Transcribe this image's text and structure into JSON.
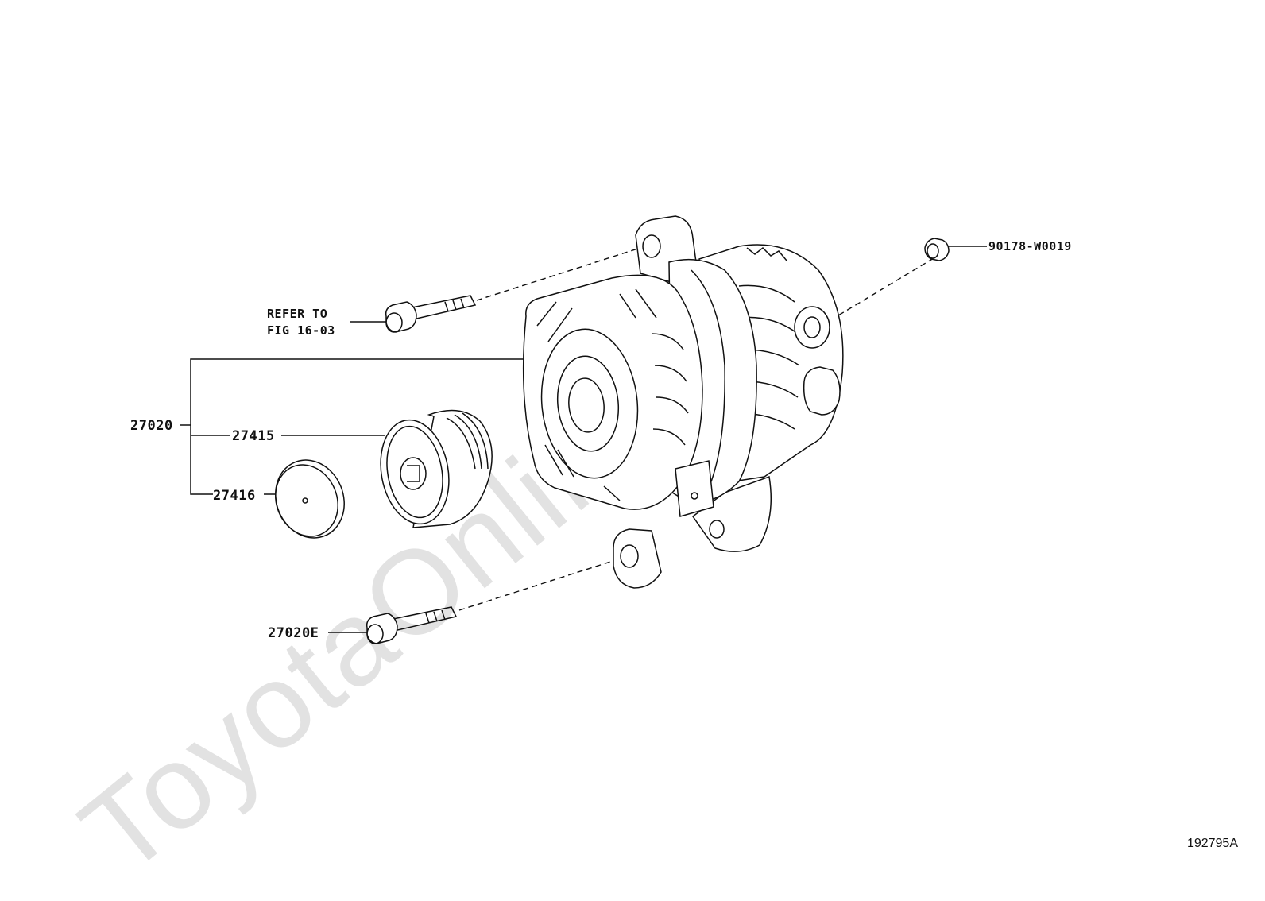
{
  "watermark": "ToyotaOnline.ru",
  "drawing_id": "192795A",
  "labels": {
    "refer": [
      "REFER TO",
      "FIG 16-03"
    ],
    "alternator": "27020",
    "pulley": "27415",
    "cap": "27416",
    "bolt": "27020E",
    "nut": "90178-W0019"
  }
}
